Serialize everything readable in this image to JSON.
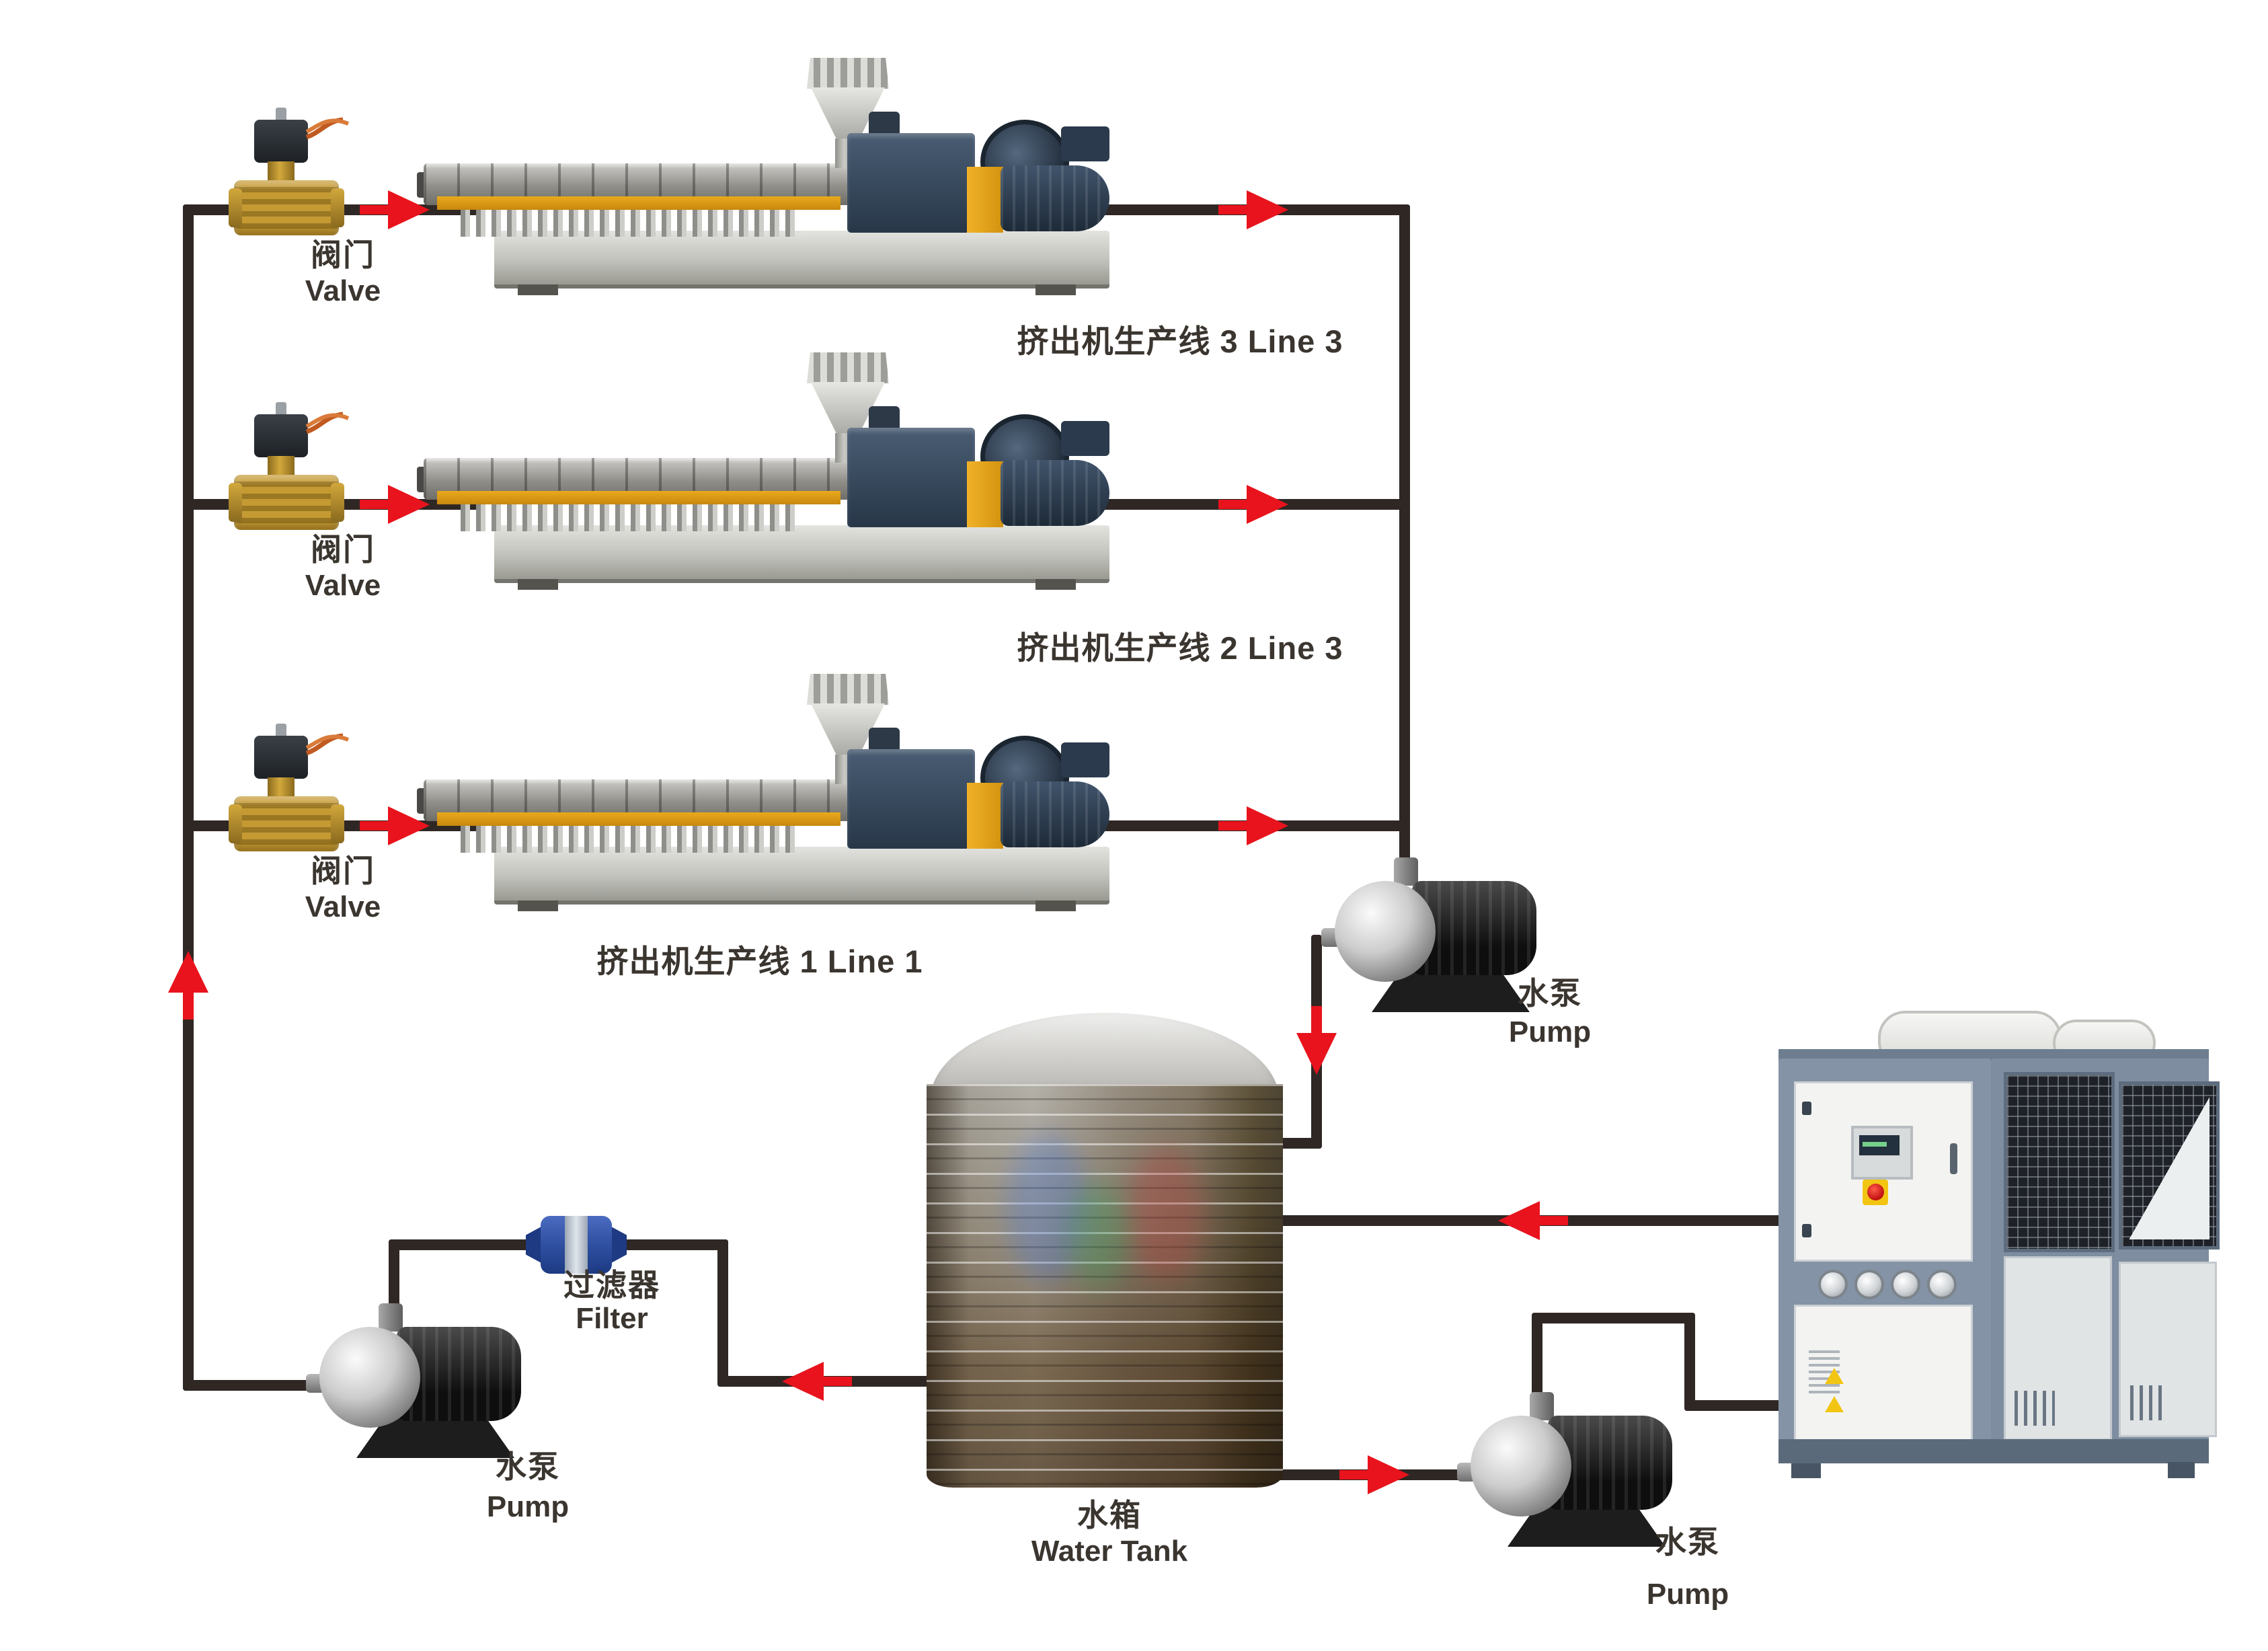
{
  "labels": {
    "valve_zh": "阀门",
    "valve_en": "Valve",
    "pump_zh": "水泵",
    "pump_en": "Pump",
    "filter_zh": "过滤器",
    "filter_en": "Filter",
    "tank_zh": "水箱",
    "tank_en": "Water Tank",
    "line3": "挤出机生产线 3 Line 3",
    "line2": "挤出机生产线 2  Line 3",
    "line1": "挤出机生产线 1  Line 1"
  },
  "colors": {
    "pipe": "#2f2724",
    "arrow": "#e8131c",
    "accent_yellow": "#e9a91c",
    "filter_blue": "#2d4d9e",
    "chiller_frame": "#8493a5",
    "chiller_panel": "#f3f4f2",
    "grille": "#1e2228",
    "text": "#3b3530"
  }
}
